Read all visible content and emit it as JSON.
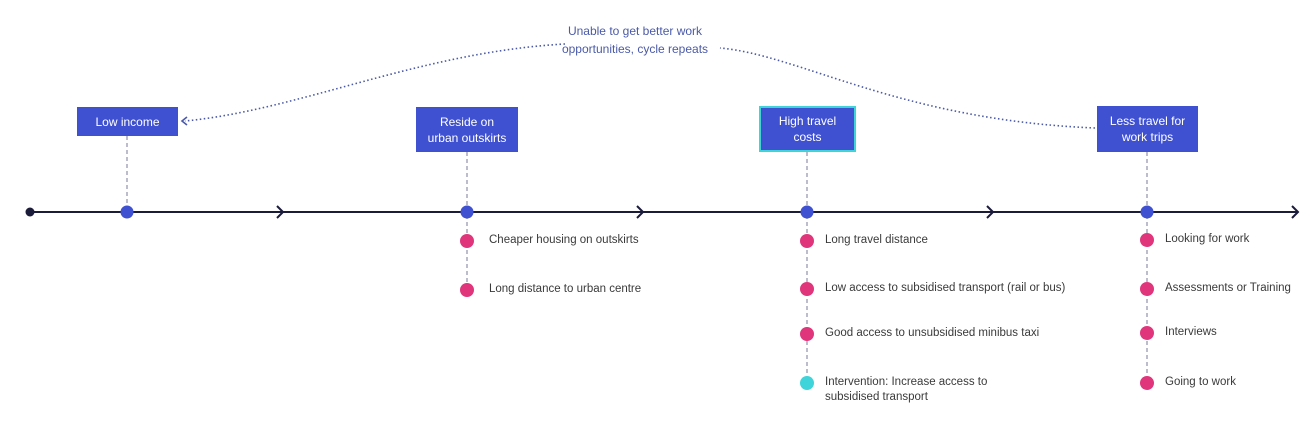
{
  "loop": {
    "label_line1": "Unable to get better work",
    "label_line2": "opportunities, cycle repeats"
  },
  "colors": {
    "stage_box": "#3f51d1",
    "highlight_border": "#3fd4d9",
    "axis": "#1b1b3a",
    "stage_dot": "#3f51d1",
    "factor_dot": "#e0357a",
    "intervention_dot": "#3fd4d9",
    "loop_line": "#4a5aa8"
  },
  "stages": [
    {
      "label_line1": "Low income",
      "label_line2": "",
      "highlight": false,
      "items": []
    },
    {
      "label_line1": "Reside on",
      "label_line2": "urban outskirts",
      "highlight": false,
      "items": [
        {
          "text": "Cheaper housing on outskirts",
          "type": "factor"
        },
        {
          "text": "Long distance to urban centre",
          "type": "factor"
        }
      ]
    },
    {
      "label_line1": "High travel",
      "label_line2": "costs",
      "highlight": true,
      "items": [
        {
          "text": "Long travel distance",
          "type": "factor"
        },
        {
          "text": "Low access to subsidised transport (rail or bus)",
          "type": "factor"
        },
        {
          "text": "Good access to unsubsidised minibus taxi",
          "type": "factor"
        },
        {
          "text": "Intervention: Increase access to",
          "text2": "subsidised transport",
          "type": "intervention"
        }
      ]
    },
    {
      "label_line1": "Less travel for",
      "label_line2": "work trips",
      "highlight": false,
      "items": [
        {
          "text": "Looking for work",
          "type": "factor"
        },
        {
          "text": "Assessments or Training",
          "type": "factor"
        },
        {
          "text": "Interviews",
          "type": "factor"
        },
        {
          "text": "Going to work",
          "type": "factor"
        }
      ]
    }
  ]
}
